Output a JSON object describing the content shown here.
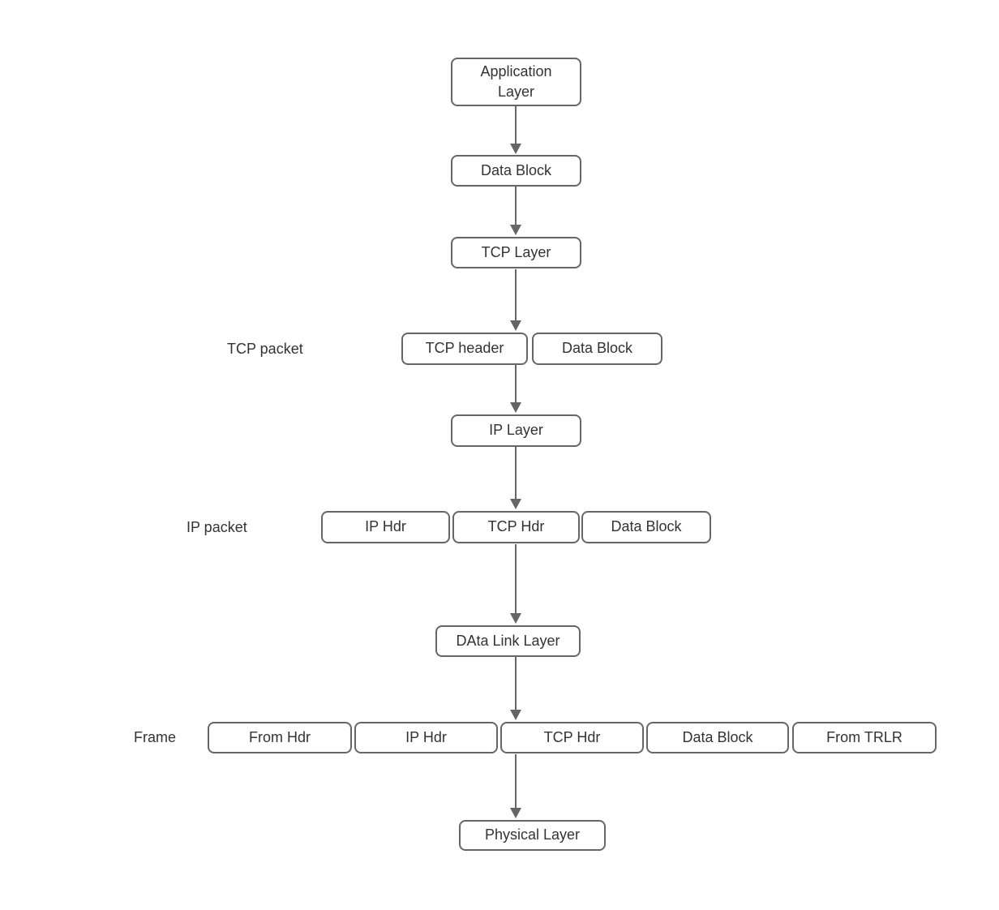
{
  "diagram": {
    "description": "TCP/IP encapsulation flow diagram",
    "colors": {
      "background": "#ffffff",
      "stroke": "#666666",
      "text": "#333333"
    },
    "nodes": {
      "application_layer": {
        "label": "Application\nLayer"
      },
      "data_block_top": {
        "label": "Data Block"
      },
      "tcp_layer": {
        "label": "TCP Layer"
      },
      "tcp_header": {
        "label": "TCP header"
      },
      "tcp_data_block": {
        "label": "Data Block"
      },
      "ip_layer": {
        "label": "IP Layer"
      },
      "ip_hdr": {
        "label": "IP Hdr"
      },
      "ip_tcp_hdr": {
        "label": "TCP Hdr"
      },
      "ip_data_block": {
        "label": "Data Block"
      },
      "data_link_layer": {
        "label": "DAta Link Layer"
      },
      "frame_from_hdr": {
        "label": "From Hdr"
      },
      "frame_ip_hdr": {
        "label": "IP Hdr"
      },
      "frame_tcp_hdr": {
        "label": "TCP Hdr"
      },
      "frame_data_block": {
        "label": "Data Block"
      },
      "frame_from_trlr": {
        "label": "From TRLR"
      },
      "physical_layer": {
        "label": "Physical Layer"
      }
    },
    "row_labels": {
      "tcp_packet": "TCP packet",
      "ip_packet": "IP packet",
      "frame": "Frame"
    }
  }
}
